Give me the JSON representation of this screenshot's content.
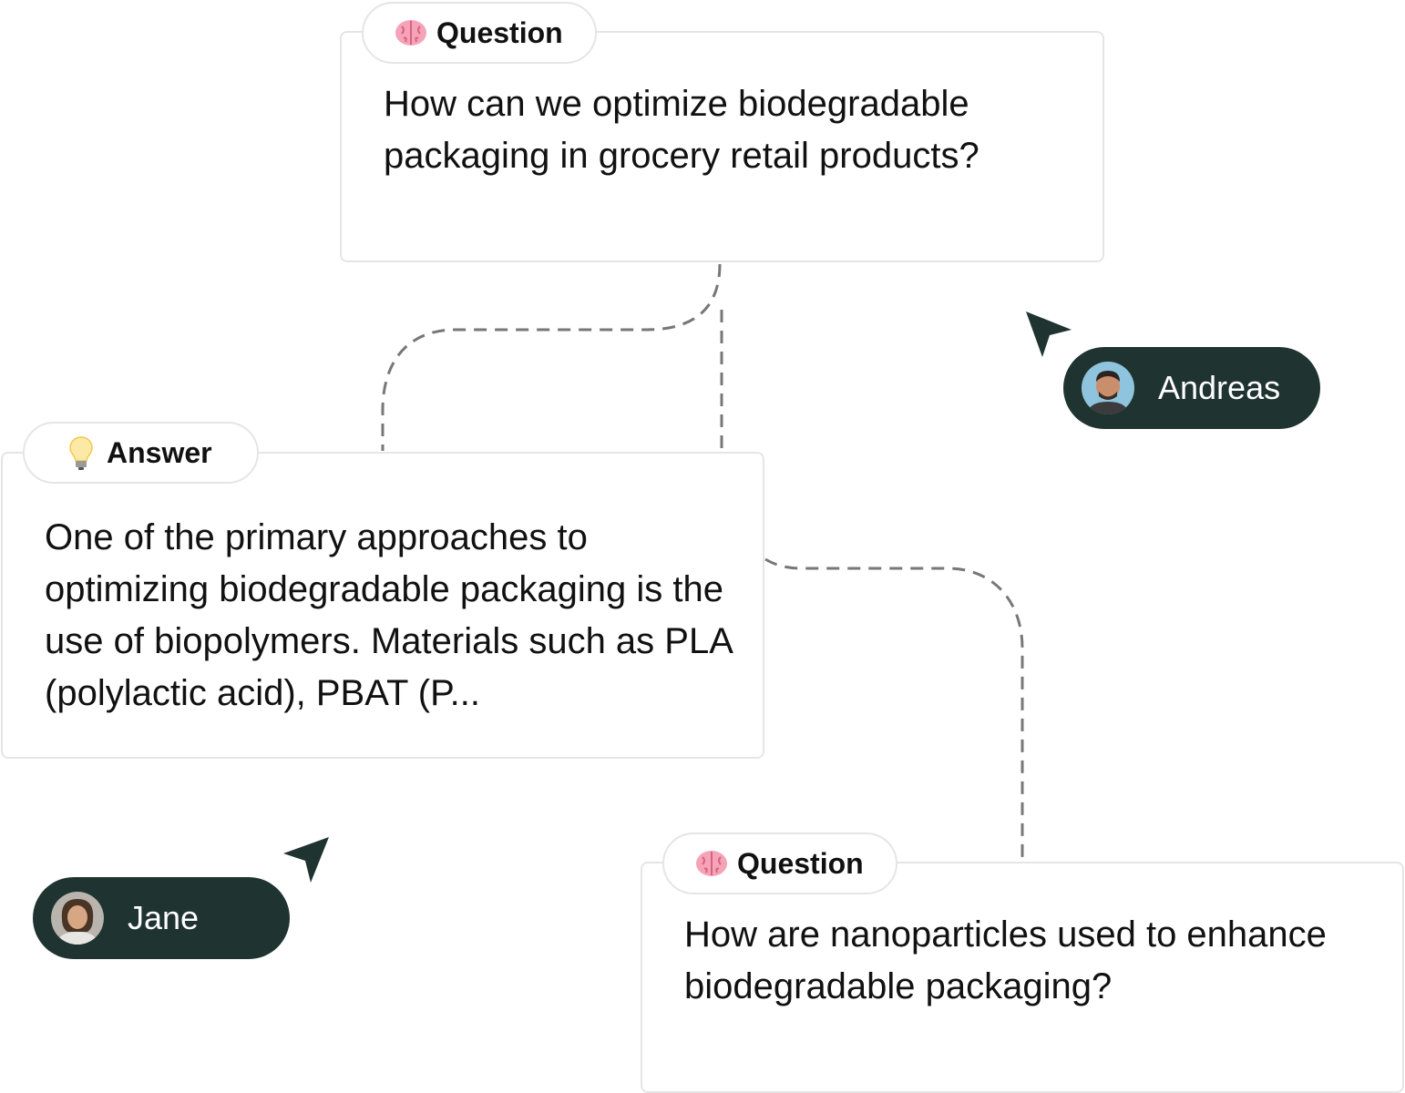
{
  "nodes": {
    "question_top": {
      "label": "Question",
      "icon": "brain-icon",
      "text": "How can we optimize biodegradable packaging in grocery retail products?"
    },
    "answer": {
      "label": "Answer",
      "icon": "lightbulb-icon",
      "text": "One of the primary approaches to optimizing biodegradable packaging is the use of biopolymers. Materials such as PLA (polylactic acid), PBAT (P..."
    },
    "question_bottom": {
      "label": "Question",
      "icon": "brain-icon",
      "text": "How are nanoparticles used to enhance biodegradable packaging?"
    }
  },
  "users": {
    "andreas": {
      "name": "Andreas",
      "avatar": "avatar-icon",
      "cursor": "cursor-arrow-icon"
    },
    "jane": {
      "name": "Jane",
      "avatar": "avatar-icon",
      "cursor": "cursor-arrow-icon"
    }
  },
  "colors": {
    "pill_background": "#1f3330",
    "cursor": "#1f3330",
    "card_border": "#e5e5e5",
    "connector": "#777777"
  }
}
